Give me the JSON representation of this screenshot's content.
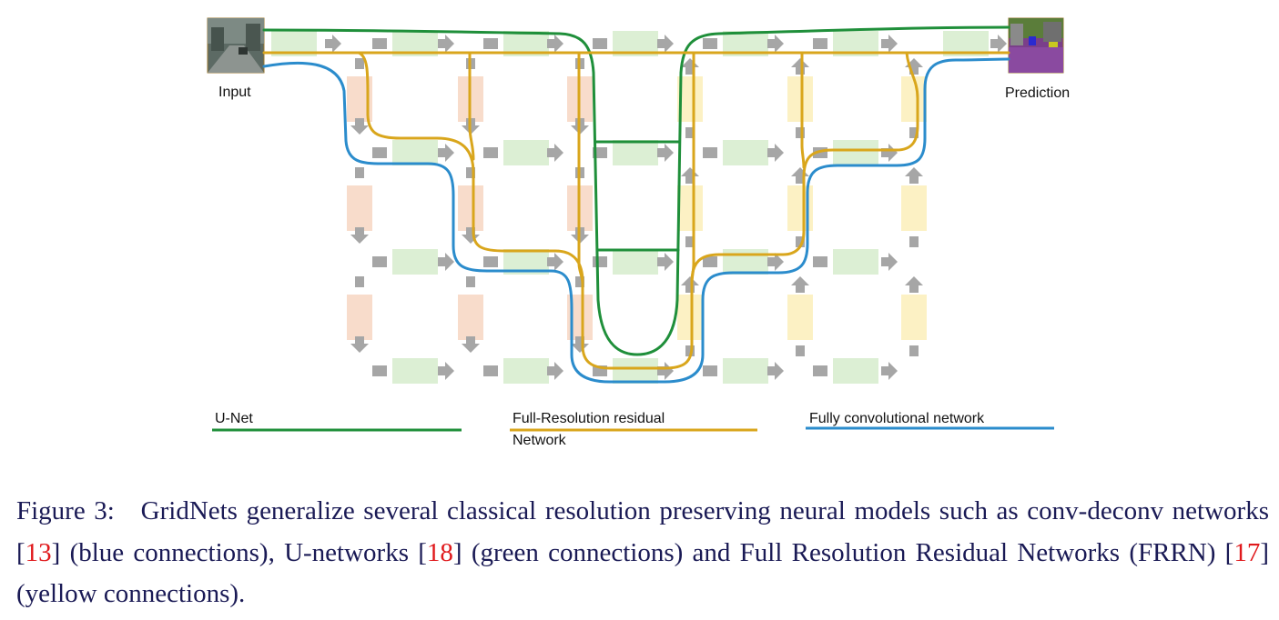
{
  "figure": {
    "input_label": "Input",
    "prediction_label": "Prediction",
    "legend": [
      {
        "label": "U-Net",
        "color": "#1f8f3a"
      },
      {
        "label_line1": "Full-Resolution residual",
        "label_line2": "Network",
        "color": "#d9a61c"
      },
      {
        "label": "Fully convolutional network",
        "color": "#2b8ccc"
      }
    ],
    "colors": {
      "arrow": "#a6a6a6",
      "lateral_block": "#dcefd4",
      "down_block": "#f8dccb",
      "up_block": "#fcf1c4"
    },
    "icons": [
      "input-image-thumbnail",
      "prediction-image-thumbnail",
      "arrow-right-icon",
      "arrow-down-icon",
      "arrow-up-icon"
    ]
  },
  "caption": {
    "label": "Figure 3:",
    "t1": "GridNets generalize several classical resolution preserving neural models such as conv-deconv networks [",
    "r1": "13",
    "t2": "] (blue connections), U-networks [",
    "r2": "18",
    "t3": "] (green connections) and Full Resolution Residual Networks (FRRN) [",
    "r3": "17",
    "t4": "] (yellow connections)."
  }
}
